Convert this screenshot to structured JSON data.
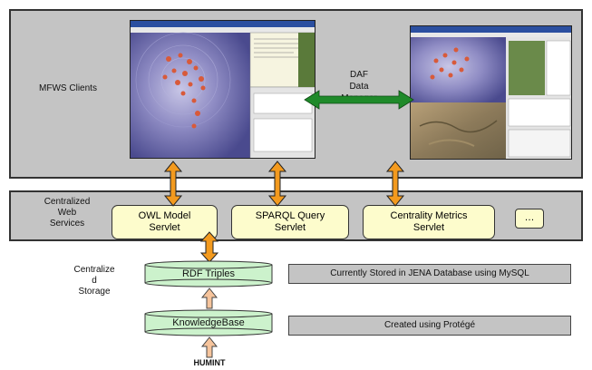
{
  "clients": {
    "label": "MFWS Clients"
  },
  "data_manager": {
    "label": "DAF\nData\nManager"
  },
  "web_services": {
    "label": "Centralized\nWeb\nServices",
    "servlets": [
      "OWL Model\nServlet",
      "SPARQL Query\nServlet",
      "Centrality Metrics\nServlet"
    ],
    "more": "…"
  },
  "storage": {
    "label": "Centralize\nd\nStorage",
    "rdf_triples": "RDF Triples",
    "knowledgebase": "KnowledgeBase",
    "rdf_note": "Currently Stored in JENA Database using MySQL",
    "kb_note": "Created using Protégé"
  },
  "source": {
    "label": "HUMINT"
  },
  "colors": {
    "band": "#c4c4c4",
    "servlet_fill": "#fdfccc",
    "cylinder_fill": "#ccf2cc",
    "orange_arrow": "#f39a1e",
    "green_arrow": "#1f8a2a",
    "peach_arrow": "#f6c49c"
  }
}
